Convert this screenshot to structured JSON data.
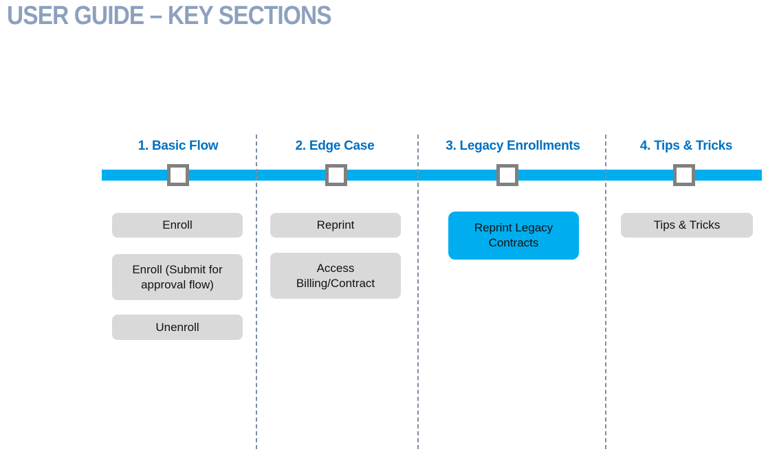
{
  "title": "USER GUIDE – KEY SECTIONS",
  "colors": {
    "timeline_cyan": "#00AEEF",
    "section_header_blue": "#0070C0",
    "box_gray": "#D9D9D9",
    "highlight_box_cyan": "#00AEEF",
    "title_blue_gray": "#8DA0BE",
    "marker_border_gray": "#808080",
    "divider_slate": "#7D8CA0"
  },
  "sections": [
    {
      "title": "1. Basic Flow",
      "boxes": [
        {
          "label": "Enroll"
        },
        {
          "label": "Enroll (Submit for\napproval flow)"
        },
        {
          "label": "Unenroll"
        }
      ]
    },
    {
      "title": "2. Edge Case",
      "boxes": [
        {
          "label": "Reprint"
        },
        {
          "label": "Access\nBilling/Contract"
        }
      ]
    },
    {
      "title": "3. Legacy Enrollments",
      "boxes": [
        {
          "label": "Reprint Legacy\nContracts"
        }
      ]
    },
    {
      "title": "4. Tips & Tricks",
      "boxes": [
        {
          "label": "Tips & Tricks"
        }
      ]
    }
  ]
}
